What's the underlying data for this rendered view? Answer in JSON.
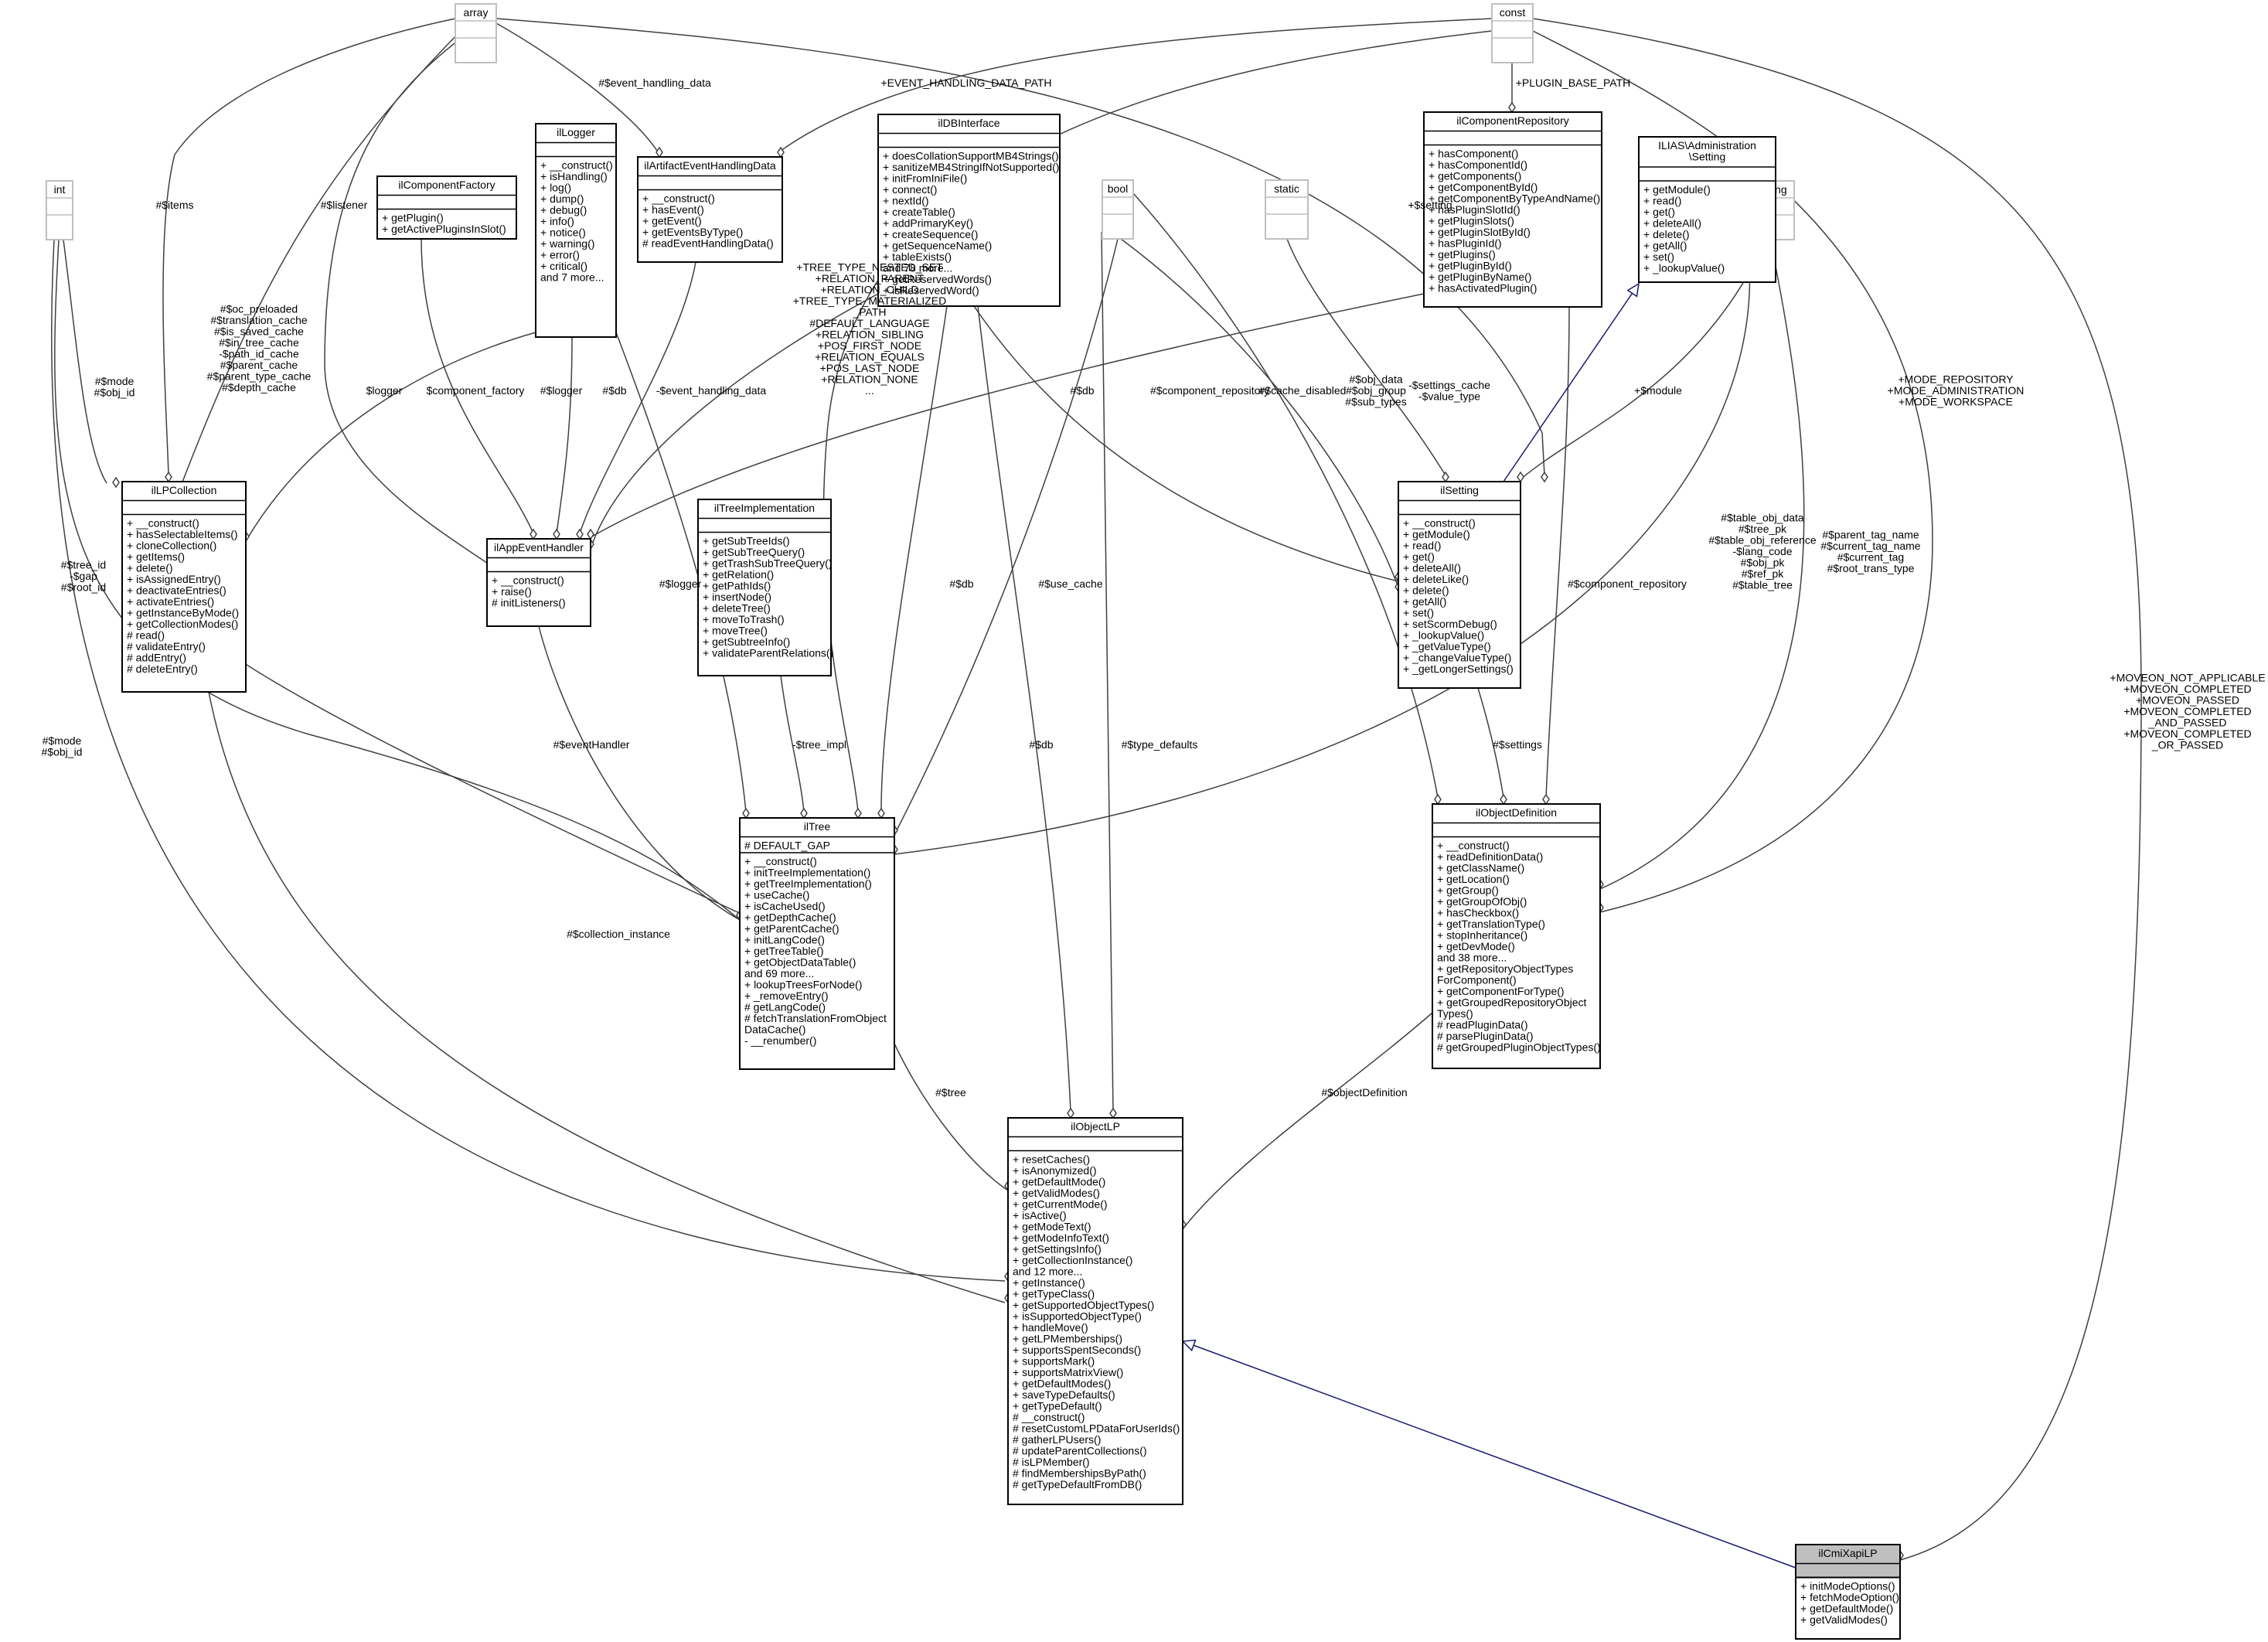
{
  "classes": {
    "array": {
      "title": "array",
      "attrs": [],
      "methods": []
    },
    "const": {
      "title": "const",
      "attrs": [],
      "methods": []
    },
    "int": {
      "title": "int",
      "attrs": [],
      "methods": []
    },
    "bool": {
      "title": "bool",
      "attrs": [],
      "methods": []
    },
    "static": {
      "title": "static",
      "attrs": [],
      "methods": []
    },
    "string": {
      "title": "string",
      "attrs": [],
      "methods": []
    },
    "ilLogger": {
      "title": "ilLogger",
      "attrs": [],
      "methods": [
        "+ __construct()",
        "+ isHandling()",
        "+ log()",
        "+ dump()",
        "+ debug()",
        "+ info()",
        "+ notice()",
        "+ warning()",
        "+ error()",
        "+ critical()",
        "and 7 more..."
      ]
    },
    "ilComponentFactory": {
      "title": "ilComponentFactory",
      "attrs": [],
      "methods": [
        "+ getPlugin()",
        "+ getActivePluginsInSlot()"
      ]
    },
    "ilArtifactEventHandlingData": {
      "title": "ilArtifactEventHandlingData",
      "attrs": [],
      "methods": [
        "+ __construct()",
        "+ hasEvent()",
        "+ getEvent()",
        "+ getEventsByType()",
        "# readEventHandlingData()"
      ]
    },
    "ilDBInterface": {
      "title": "ilDBInterface",
      "attrs": [],
      "methods": [
        "+ doesCollationSupportMB4Strings()",
        "+ sanitizeMB4StringIfNotSupported()",
        "+ initFromIniFile()",
        "+ connect()",
        "+ nextId()",
        "+ createTable()",
        "+ addPrimaryKey()",
        "+ createSequence()",
        "+ getSequenceName()",
        "+ tableExists()",
        "and 78 more...",
        "+ getReservedWords()",
        "+ isReservedWord()"
      ]
    },
    "ilComponentRepository": {
      "title": "ilComponentRepository",
      "attrs": [],
      "methods": [
        "+ hasComponent()",
        "+ hasComponentId()",
        "+ getComponents()",
        "+ getComponentById()",
        "+ getComponentByTypeAndName()",
        "+ hasPluginSlotId()",
        "+ getPluginSlots()",
        "+ getPluginSlotById()",
        "+ hasPluginId()",
        "+ getPlugins()",
        "+ getPluginById()",
        "+ getPluginByName()",
        "+ hasActivatedPlugin()"
      ]
    },
    "Setting": {
      "title": "ILIAS\\Administration\\Setting",
      "titleLines": [
        "ILIAS\\Administration",
        "\\Setting"
      ],
      "attrs": [],
      "methods": [
        "+ getModule()",
        "+ read()",
        "+ get()",
        "+ deleteAll()",
        "+ delete()",
        "+ getAll()",
        "+ set()",
        "+ _lookupValue()"
      ]
    },
    "ilLPCollection": {
      "title": "ilLPCollection",
      "attrs": [],
      "methods": [
        "+ __construct()",
        "+ hasSelectableItems()",
        "+ cloneCollection()",
        "+ getItems()",
        "+ delete()",
        "+ isAssignedEntry()",
        "+ deactivateEntries()",
        "+ activateEntries()",
        "+ getInstanceByMode()",
        "+ getCollectionModes()",
        "# read()",
        "# validateEntry()",
        "# addEntry()",
        "# deleteEntry()"
      ]
    },
    "ilAppEventHandler": {
      "title": "ilAppEventHandler",
      "attrs": [],
      "methods": [
        "+ __construct()",
        "+ raise()",
        "# initListeners()"
      ]
    },
    "ilTreeImplementation": {
      "title": "ilTreeImplementation",
      "attrs": [],
      "methods": [
        "+ getSubTreeIds()",
        "+ getSubTreeQuery()",
        "+ getTrashSubTreeQuery()",
        "+ getRelation()",
        "+ getPathIds()",
        "+ insertNode()",
        "+ deleteTree()",
        "+ moveToTrash()",
        "+ moveTree()",
        "+ getSubtreeInfo()",
        "+ validateParentRelations()"
      ]
    },
    "ilSetting": {
      "title": "ilSetting",
      "attrs": [],
      "methods": [
        "+ __construct()",
        "+ getModule()",
        "+ read()",
        "+ get()",
        "+ deleteAll()",
        "+ deleteLike()",
        "+ delete()",
        "+ getAll()",
        "+ set()",
        "+ setScormDebug()",
        "+ _lookupValue()",
        "+ _getValueType()",
        "+ _changeValueType()",
        "+ _getLongerSettings()"
      ]
    },
    "ilTree": {
      "title": "ilTree",
      "attrs": [
        "# DEFAULT_GAP"
      ],
      "methods": [
        "+ __construct()",
        "+ initTreeImplementation()",
        "+ getTreeImplementation()",
        "+ useCache()",
        "+ isCacheUsed()",
        "+ getDepthCache()",
        "+ getParentCache()",
        "+ initLangCode()",
        "+ getTreeTable()",
        "+ getObjectDataTable()",
        "and 69 more...",
        "+ lookupTreesForNode()",
        "+ _removeEntry()",
        "# getLangCode()",
        "# fetchTranslationFromObject",
        "DataCache()",
        "- __renumber()"
      ]
    },
    "ilObjectDefinition": {
      "title": "ilObjectDefinition",
      "attrs": [],
      "methods": [
        "+ __construct()",
        "+ readDefinitionData()",
        "+ getClassName()",
        "+ getLocation()",
        "+ getGroup()",
        "+ getGroupOfObj()",
        "+ hasCheckbox()",
        "+ getTranslationType()",
        "+ stopInheritance()",
        "+ getDevMode()",
        "and 38 more...",
        "+ getRepositoryObjectTypes",
        "ForComponent()",
        "+ getComponentForType()",
        "+ getGroupedRepositoryObject",
        "Types()",
        "# readPluginData()",
        "# parsePluginData()",
        "# getGroupedPluginObjectTypes()"
      ]
    },
    "ilObjectLP": {
      "title": "ilObjectLP",
      "attrs": [],
      "methods": [
        "+ resetCaches()",
        "+ isAnonymized()",
        "+ getDefaultMode()",
        "+ getValidModes()",
        "+ getCurrentMode()",
        "+ isActive()",
        "+ getModeText()",
        "+ getModeInfoText()",
        "+ getSettingsInfo()",
        "+ getCollectionInstance()",
        "and 12 more...",
        "+ getInstance()",
        "+ getTypeClass()",
        "+ getSupportedObjectTypes()",
        "+ isSupportedObjectType()",
        "+ handleMove()",
        "+ getLPMemberships()",
        "+ supportsSpentSeconds()",
        "+ supportsMark()",
        "+ supportsMatrixView()",
        "+ getDefaultModes()",
        "+ saveTypeDefaults()",
        "+ getTypeDefault()",
        "# __construct()",
        "# resetCustomLPDataForUserIds()",
        "# gatherLPUsers()",
        "# updateParentCollections()",
        "# isLPMember()",
        "# findMembershipsByPath()",
        "# getTypeDefaultFromDB()"
      ]
    },
    "ilCmiXapiLP": {
      "title": "ilCmiXapiLP",
      "attrs": [],
      "methods": [
        "+ initModeOptions()",
        "+ fetchModeOption()",
        "+ getDefaultMode()",
        "+ getValidModes()"
      ]
    }
  },
  "edges": [
    {
      "id": "e-items",
      "label": [
        "#$items"
      ]
    },
    {
      "id": "e-oc-preloaded",
      "label": [
        "#$oc_preloaded",
        "#$translation_cache",
        "#$is_saved_cache",
        "#$in_tree_cache",
        "-$path_id_cache",
        "#$parent_cache",
        "#$parent_type_cache",
        "#$depth_cache"
      ]
    },
    {
      "id": "e-listener",
      "label": [
        "#$listener"
      ]
    },
    {
      "id": "e-event-handling-data",
      "label": [
        "#$event_handling_data"
      ]
    },
    {
      "id": "e-setting",
      "label": [
        "+$setting"
      ]
    },
    {
      "id": "e-event-path",
      "label": [
        "+EVENT_HANDLING_DATA_PATH"
      ]
    },
    {
      "id": "e-plugin-base",
      "label": [
        "+PLUGIN_BASE_PATH"
      ]
    },
    {
      "id": "e-tree-consts",
      "label": [
        "+TREE_TYPE_NESTED_SET",
        "+RELATION_PARENT",
        "+RELATION_CHILD",
        "+TREE_TYPE_MATERIALIZED",
        "_PATH",
        "#DEFAULT_LANGUAGE",
        "+RELATION_SIBLING",
        "+POS_FIRST_NODE",
        "+RELATION_EQUALS",
        "+POS_LAST_NODE",
        "+RELATION_NONE",
        "..."
      ]
    },
    {
      "id": "e-mode-repo",
      "label": [
        "+MODE_REPOSITORY",
        "+MODE_ADMINISTRATION",
        "+MODE_WORKSPACE"
      ]
    },
    {
      "id": "e-moveon",
      "label": [
        "+MOVEON_NOT_APPLICABLE",
        "+MOVEON_COMPLETED",
        "+MOVEON_PASSED",
        "+MOVEON_COMPLETED",
        "_AND_PASSED",
        "+MOVEON_COMPLETED",
        "_OR_PASSED"
      ]
    },
    {
      "id": "e-mode-objid-1",
      "label": [
        "#$mode",
        "#$obj_id"
      ]
    },
    {
      "id": "e-tree-id",
      "label": [
        "#$tree_id",
        "-$gap",
        "#$root_id"
      ]
    },
    {
      "id": "e-mode-objid-2",
      "label": [
        "#$mode",
        "#$obj_id"
      ]
    },
    {
      "id": "e-logger-lpc",
      "label": [
        "$logger"
      ]
    },
    {
      "id": "e-component-factory",
      "label": [
        "$component_factory"
      ]
    },
    {
      "id": "e-logger-aeh",
      "label": [
        "#$logger"
      ]
    },
    {
      "id": "e-db-aeh",
      "label": [
        "#$db"
      ]
    },
    {
      "id": "e-event-handling-data-2",
      "label": [
        "-$event_handling_data"
      ]
    },
    {
      "id": "e-db-setting",
      "label": [
        "#$db"
      ]
    },
    {
      "id": "e-component-repository-aeh",
      "label": [
        "#$component_repository"
      ]
    },
    {
      "id": "e-cache-disabled",
      "label": [
        "#$cache_disabled"
      ]
    },
    {
      "id": "e-settings-cache",
      "label": [
        "-$settings_cache",
        "-$value_type"
      ]
    },
    {
      "id": "e-module",
      "label": [
        "+$module"
      ]
    },
    {
      "id": "e-obj-data",
      "label": [
        "#$obj_data",
        "#$obj_group",
        "#$sub_types"
      ]
    },
    {
      "id": "e-logger-tree",
      "label": [
        "#$logger"
      ]
    },
    {
      "id": "e-db-tree",
      "label": [
        "#$db"
      ]
    },
    {
      "id": "e-use-cache",
      "label": [
        "#$use_cache"
      ]
    },
    {
      "id": "e-table-obj-data",
      "label": [
        "#$table_obj_data",
        "#$tree_pk",
        "#$table_obj_reference",
        "-$lang_code",
        "#$obj_pk",
        "#$ref_pk",
        "#$table_tree"
      ]
    },
    {
      "id": "e-parent-tag",
      "label": [
        "#$parent_tag_name",
        "#$current_tag_name",
        "#$current_tag",
        "#$root_trans_type"
      ]
    },
    {
      "id": "e-component-repository-od",
      "label": [
        "#$component_repository"
      ]
    },
    {
      "id": "e-tree-impl",
      "label": [
        "-$tree_impl"
      ]
    },
    {
      "id": "e-event-handler",
      "label": [
        "#$eventHandler"
      ]
    },
    {
      "id": "e-db-objlp",
      "label": [
        "#$db"
      ]
    },
    {
      "id": "e-type-defaults",
      "label": [
        "#$type_defaults"
      ]
    },
    {
      "id": "e-settings",
      "label": [
        "#$settings"
      ]
    },
    {
      "id": "e-collection-instance",
      "label": [
        "#$collection_instance"
      ]
    },
    {
      "id": "e-tree",
      "label": [
        "#$tree"
      ]
    },
    {
      "id": "e-object-definition",
      "label": [
        "#$objectDefinition"
      ]
    }
  ]
}
